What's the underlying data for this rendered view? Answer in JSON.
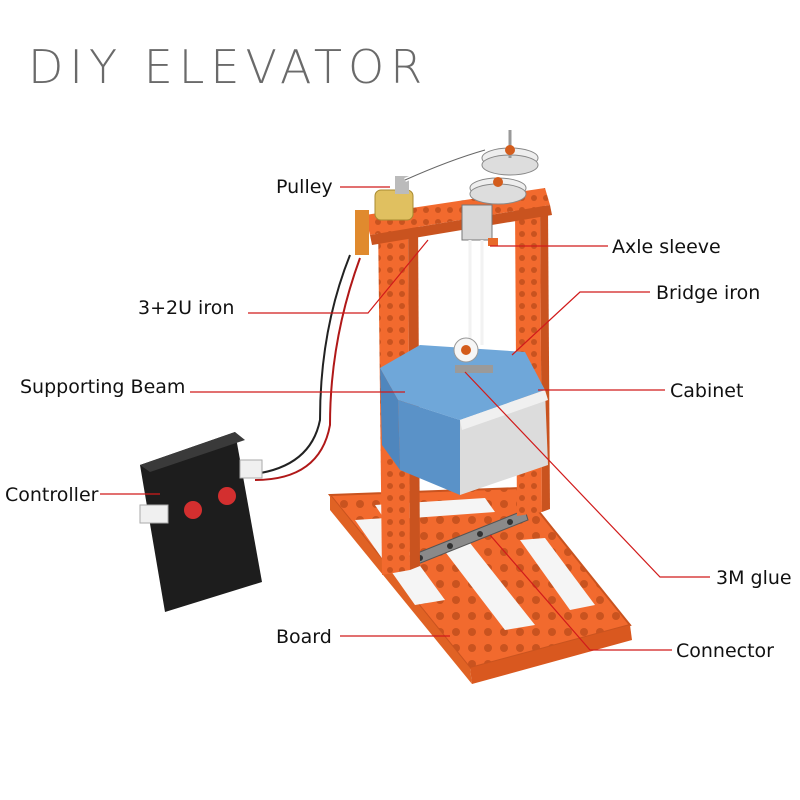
{
  "title": "DIY ELEVATOR",
  "colors": {
    "frame": "#f26a2e",
    "frame_dark": "#c9531f",
    "leader_line": "#d11b1b",
    "cabinet_blue": "#6fa7d9",
    "cabinet_gray": "#dcdcdc",
    "controller": "#1d1d1d",
    "button": "#d32f2f"
  },
  "labels": {
    "pulley": "Pulley",
    "axle_sleeve": "Axle sleeve",
    "bridge_iron": "Bridge iron",
    "iron_3_2u": "3+2U iron",
    "supporting_beam": "Supporting Beam",
    "cabinet": "Cabinet",
    "controller": "Controller",
    "glue_3m": "3M glue",
    "board": "Board",
    "connector": "Connector"
  }
}
